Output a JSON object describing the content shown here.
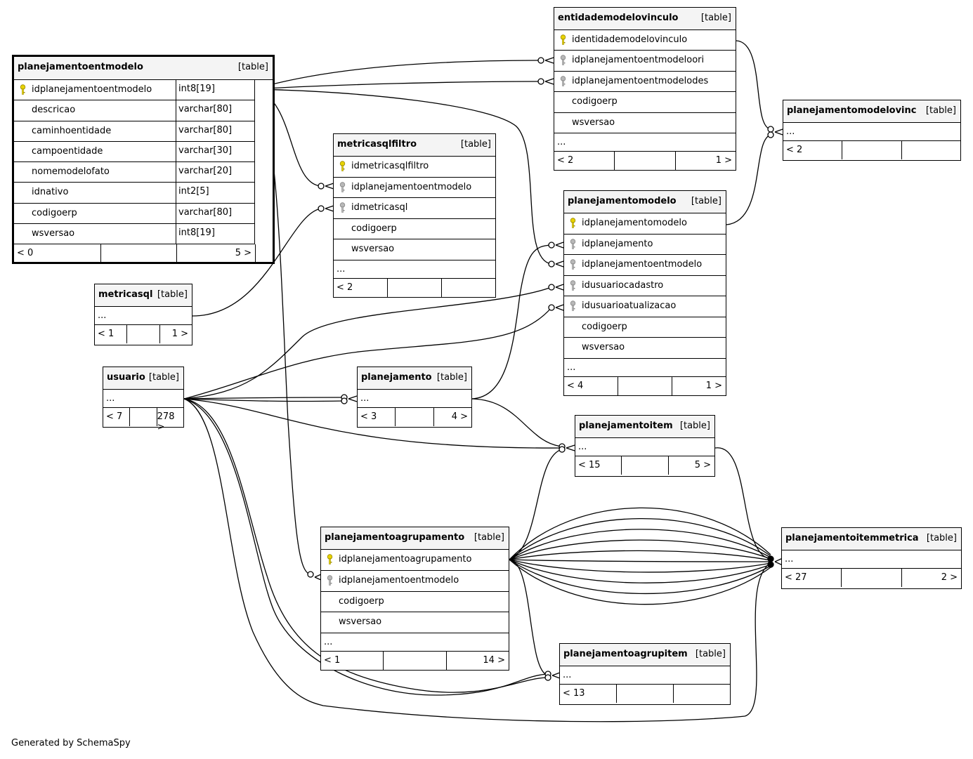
{
  "footer": "Generated by SchemaSpy",
  "tables": {
    "planejamentoentmodelo": {
      "name": "planejamentoentmodelo",
      "type": "[table]",
      "columns": [
        {
          "name": "idplanejamentoentmodelo",
          "type": "int8[19]",
          "key": "pk"
        },
        {
          "name": "descricao",
          "type": "varchar[80]"
        },
        {
          "name": "caminhoentidade",
          "type": "varchar[80]"
        },
        {
          "name": "campoentidade",
          "type": "varchar[30]"
        },
        {
          "name": "nomemodelofato",
          "type": "varchar[20]"
        },
        {
          "name": "idnativo",
          "type": "int2[5]"
        },
        {
          "name": "codigoerp",
          "type": "varchar[80]"
        },
        {
          "name": "wsversao",
          "type": "int8[19]"
        }
      ],
      "footer": [
        "< 0",
        "",
        "5 >"
      ]
    },
    "entidademodelovinculo": {
      "name": "entidademodelovinculo",
      "type": "[table]",
      "columns": [
        {
          "name": "identidademodelovinculo",
          "key": "pk"
        },
        {
          "name": "idplanejamentoentmodeloori",
          "key": "fk"
        },
        {
          "name": "idplanejamentoentmodelodes",
          "key": "fk"
        },
        {
          "name": "codigoerp"
        },
        {
          "name": "wsversao"
        }
      ],
      "ellipsis": "...",
      "footer": [
        "< 2",
        "",
        "1 >"
      ]
    },
    "planejamentomodelovinc": {
      "name": "planejamentomodelovinc",
      "type": "[table]",
      "ellipsis": "...",
      "footer": [
        "< 2",
        "",
        ""
      ]
    },
    "metricasqlfiltro": {
      "name": "metricasqlfiltro",
      "type": "[table]",
      "columns": [
        {
          "name": "idmetricasqlfiltro",
          "key": "pk"
        },
        {
          "name": "idplanejamentoentmodelo",
          "key": "fk"
        },
        {
          "name": "idmetricasql",
          "key": "fk"
        },
        {
          "name": "codigoerp"
        },
        {
          "name": "wsversao"
        }
      ],
      "ellipsis": "...",
      "footer": [
        "< 2",
        "",
        ""
      ]
    },
    "planejamentomodelo": {
      "name": "planejamentomodelo",
      "type": "[table]",
      "columns": [
        {
          "name": "idplanejamentomodelo",
          "key": "pk"
        },
        {
          "name": "idplanejamento",
          "key": "fk"
        },
        {
          "name": "idplanejamentoentmodelo",
          "key": "fk"
        },
        {
          "name": "idusuariocadastro",
          "key": "fk"
        },
        {
          "name": "idusuarioatualizacao",
          "key": "fk"
        },
        {
          "name": "codigoerp"
        },
        {
          "name": "wsversao"
        }
      ],
      "ellipsis": "...",
      "footer": [
        "< 4",
        "",
        "1 >"
      ]
    },
    "metricasql": {
      "name": "metricasql",
      "type": "[table]",
      "ellipsis": "...",
      "footer": [
        "< 1",
        "",
        "1 >"
      ]
    },
    "usuario": {
      "name": "usuario",
      "type": "[table]",
      "ellipsis": "...",
      "footer": [
        "< 7",
        "",
        "278 >"
      ]
    },
    "planejamento": {
      "name": "planejamento",
      "type": "[table]",
      "ellipsis": "...",
      "footer": [
        "< 3",
        "",
        "4 >"
      ]
    },
    "planejamentoitem": {
      "name": "planejamentoitem",
      "type": "[table]",
      "ellipsis": "...",
      "footer": [
        "< 15",
        "",
        "5 >"
      ]
    },
    "planejamentoagrupamento": {
      "name": "planejamentoagrupamento",
      "type": "[table]",
      "columns": [
        {
          "name": "idplanejamentoagrupamento",
          "key": "pk"
        },
        {
          "name": "idplanejamentoentmodelo",
          "key": "fk"
        },
        {
          "name": "codigoerp"
        },
        {
          "name": "wsversao"
        }
      ],
      "ellipsis": "...",
      "footer": [
        "< 1",
        "",
        "14 >"
      ]
    },
    "planejamentoitemmetrica": {
      "name": "planejamentoitemmetrica",
      "type": "[table]",
      "ellipsis": "...",
      "footer": [
        "< 27",
        "",
        "2 >"
      ]
    },
    "planejamentoagrupitem": {
      "name": "planejamentoagrupitem",
      "type": "[table]",
      "ellipsis": "...",
      "footer": [
        "< 13",
        "",
        ""
      ]
    }
  }
}
